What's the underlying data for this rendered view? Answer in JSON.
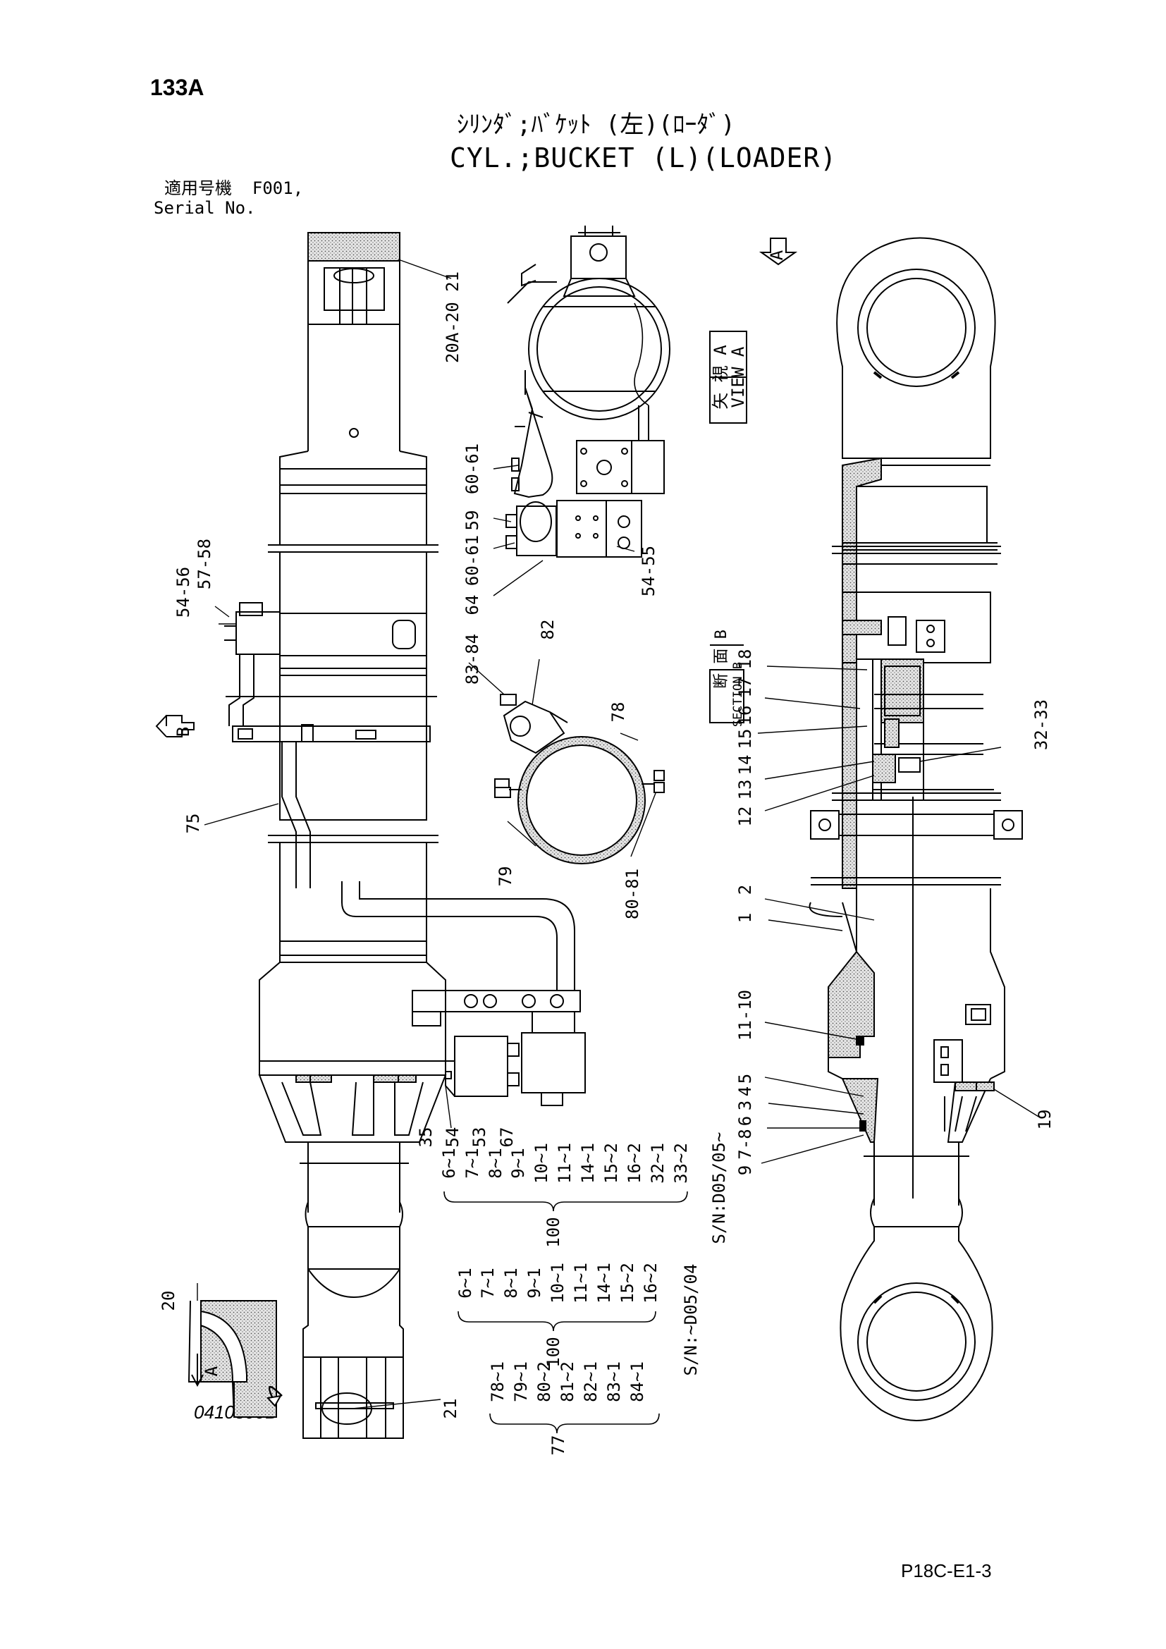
{
  "header": {
    "page_number": "133A",
    "title_jp": "ｼﾘﾝﾀﾞ;ﾊﾞｹｯﾄ (左)(ﾛｰﾀﾞ)",
    "title_en": "CYL.;BUCKET (L)(LOADER)",
    "serial_label_jp": "適用号機",
    "serial_value": "F001,",
    "serial_label_en": "Serial No."
  },
  "views": {
    "view_a_arrow": "A",
    "view_a_label_jp": "矢 視 A",
    "view_a_label_en": "VIEW A",
    "section_b_arrow": "B",
    "section_b_label_jp": "断 面 B",
    "section_b_label_en": "SECTION B",
    "detail_a": "A"
  },
  "callouts": {
    "c20a_20_21": "20A-20 21",
    "c60_61_top": "60-61",
    "c59": "59",
    "c60_61_bot": "60-61",
    "c64": "64",
    "c54_55": "54-55",
    "c54_56": "54-56",
    "c57_58": "57-58",
    "c83_84": "83-84",
    "c82": "82",
    "c78": "78",
    "c79": "79",
    "c80_81": "80-81",
    "c75": "75",
    "c35": "35",
    "c54": "54",
    "c53": "53",
    "c67": "67",
    "c20": "20",
    "c21": "21",
    "c18": "18",
    "c17": "17",
    "c16": "16",
    "c15": "15",
    "c14": "14",
    "c13": "13",
    "c12": "12",
    "c32_33": "32-33",
    "c2": "2",
    "c1": "1",
    "c11_10": "11-10",
    "c5": "5",
    "c4": "4",
    "c3": "3",
    "c6": "6",
    "c7_8": "7-8",
    "c9": "9",
    "c19": "19"
  },
  "kits": {
    "kit1": {
      "number": "100",
      "serial": "S/N:D05/05~",
      "items": [
        "6~1",
        "7~1",
        "8~1",
        "9~1",
        "10~1",
        "11~1",
        "14~1",
        "15~2",
        "16~2",
        "32~1",
        "33~2"
      ]
    },
    "kit2": {
      "number": "100",
      "serial": "S/N:~D05/04",
      "items": [
        "6~1",
        "7~1",
        "8~1",
        "9~1",
        "10~1",
        "11~1",
        "14~1",
        "15~2",
        "16~2"
      ]
    },
    "kit3": {
      "number": "77",
      "items": [
        "78~1",
        "79~1",
        "80~2",
        "81~2",
        "82~1",
        "83~1",
        "84~1"
      ]
    }
  },
  "footer": {
    "doc_code": "0410300B",
    "page_code": "P18C-E1-3"
  }
}
